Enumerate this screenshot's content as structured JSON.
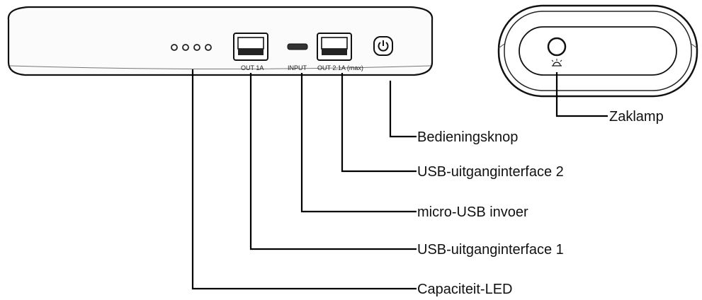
{
  "device": {
    "led_count": 4,
    "ports": {
      "out1": "OUT 1A",
      "input": "INPUT",
      "out2": "OUT 2.1A (max)"
    }
  },
  "callouts": {
    "flashlight": "Zaklamp",
    "power_button": "Bedieningsknop",
    "usb_out2": "USB-uitganginterface 2",
    "micro_usb": "micro-USB invoer",
    "usb_out1": "USB-uitganginterface 1",
    "capacity_led": "Capaciteit-LED"
  }
}
